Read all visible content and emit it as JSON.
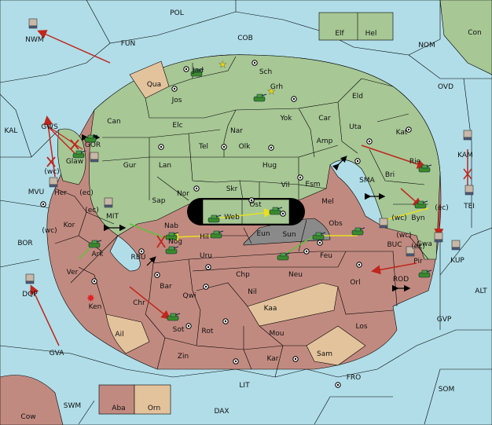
{
  "labels": [
    {
      "id": "POL",
      "text": "POL"
    },
    {
      "id": "COB",
      "text": "COB"
    },
    {
      "id": "FUN",
      "text": "FUN"
    },
    {
      "id": "NWM",
      "text": "NWM"
    },
    {
      "id": "NOM",
      "text": "NOM"
    },
    {
      "id": "Con",
      "text": "Con"
    },
    {
      "id": "Elf",
      "text": "Elf"
    },
    {
      "id": "Hel",
      "text": "Hel"
    },
    {
      "id": "OVD",
      "text": "OVD"
    },
    {
      "id": "KAL",
      "text": "KAL"
    },
    {
      "id": "MVU",
      "text": "MVU"
    },
    {
      "id": "BOR",
      "text": "BOR"
    },
    {
      "id": "GVA",
      "text": "GVA"
    },
    {
      "id": "SWM",
      "text": "SWM"
    },
    {
      "id": "LIT",
      "text": "LIT"
    },
    {
      "id": "DAX",
      "text": "DAX"
    },
    {
      "id": "FRO",
      "text": "FRO"
    },
    {
      "id": "SOM",
      "text": "SOM"
    },
    {
      "id": "GVP",
      "text": "GVP"
    },
    {
      "id": "ALT",
      "text": "ALT"
    },
    {
      "id": "KAM",
      "text": "KAM"
    },
    {
      "id": "TEI",
      "text": "TEI"
    },
    {
      "id": "KUP",
      "text": "KUP"
    },
    {
      "id": "Cow",
      "text": "Cow"
    },
    {
      "id": "Aba",
      "text": "Aba"
    },
    {
      "id": "Orn",
      "text": "Orn"
    },
    {
      "id": "DQP",
      "text": "DQP"
    },
    {
      "id": "Jad",
      "text": "Jad"
    },
    {
      "id": "Sch",
      "text": "Sch"
    },
    {
      "id": "Qua",
      "text": "Qua"
    },
    {
      "id": "Jos",
      "text": "Jos"
    },
    {
      "id": "Grh",
      "text": "Grh"
    },
    {
      "id": "Eld",
      "text": "Eld"
    },
    {
      "id": "Can",
      "text": "Can"
    },
    {
      "id": "Elc",
      "text": "Elc"
    },
    {
      "id": "Nar",
      "text": "Nar"
    },
    {
      "id": "Yok",
      "text": "Yok"
    },
    {
      "id": "Car",
      "text": "Car"
    },
    {
      "id": "Uta",
      "text": "Uta"
    },
    {
      "id": "Kat",
      "text": "Kat"
    },
    {
      "id": "Tel",
      "text": "Tel"
    },
    {
      "id": "Olk",
      "text": "Olk"
    },
    {
      "id": "Amp",
      "text": "Amp"
    },
    {
      "id": "Gur",
      "text": "Gur"
    },
    {
      "id": "Lan",
      "text": "Lan"
    },
    {
      "id": "Hug",
      "text": "Hug"
    },
    {
      "id": "Rie",
      "text": "Rie"
    },
    {
      "id": "Bri",
      "text": "Bri"
    },
    {
      "id": "Vil",
      "text": "Vil"
    },
    {
      "id": "Esm",
      "text": "Esm"
    },
    {
      "id": "SMA",
      "text": "SMA"
    },
    {
      "id": "Nor",
      "text": "Nor"
    },
    {
      "id": "Skr",
      "text": "Skr"
    },
    {
      "id": "Ost",
      "text": "Ost"
    },
    {
      "id": "Web",
      "text": "Web"
    },
    {
      "id": "Sap",
      "text": "Sap"
    },
    {
      "id": "Mel",
      "text": "Mel"
    },
    {
      "id": "Obs",
      "text": "Obs"
    },
    {
      "id": "Byn",
      "text": "Byn"
    },
    {
      "id": "Nab",
      "text": "Nab"
    },
    {
      "id": "Hil",
      "text": "Hil"
    },
    {
      "id": "Eun",
      "text": "Eun"
    },
    {
      "id": "Sun",
      "text": "Sun"
    },
    {
      "id": "Gwa",
      "text": "Gwa"
    },
    {
      "id": "BUC",
      "text": "BUC"
    },
    {
      "id": "MIT",
      "text": "MIT"
    },
    {
      "id": "RBU",
      "text": "RBU"
    },
    {
      "id": "Nog",
      "text": "Nog"
    },
    {
      "id": "Uru",
      "text": "Uru"
    },
    {
      "id": "Feu",
      "text": "Feu"
    },
    {
      "id": "Pir",
      "text": "Pir"
    },
    {
      "id": "Chp",
      "text": "Chp"
    },
    {
      "id": "Neu",
      "text": "Neu"
    },
    {
      "id": "Orl",
      "text": "Orl"
    },
    {
      "id": "ROD",
      "text": "ROD"
    },
    {
      "id": "Bar",
      "text": "Bar"
    },
    {
      "id": "Qwi",
      "text": "Qwi"
    },
    {
      "id": "Nil",
      "text": "Nil"
    },
    {
      "id": "Kaa",
      "text": "Kaa"
    },
    {
      "id": "Chr",
      "text": "Chr"
    },
    {
      "id": "Sot",
      "text": "Sot"
    },
    {
      "id": "Rot",
      "text": "Rot"
    },
    {
      "id": "Mou",
      "text": "Mou"
    },
    {
      "id": "Los",
      "text": "Los"
    },
    {
      "id": "Ail",
      "text": "Ail"
    },
    {
      "id": "Zin",
      "text": "Zin"
    },
    {
      "id": "Kar",
      "text": "Kar"
    },
    {
      "id": "Sam",
      "text": "Sam"
    },
    {
      "id": "Ken",
      "text": "Ken"
    },
    {
      "id": "Ver",
      "text": "Ver"
    },
    {
      "id": "Ark",
      "text": "Ark"
    },
    {
      "id": "Kor",
      "text": "Kor"
    },
    {
      "id": "Her",
      "text": "Her"
    },
    {
      "id": "Glaw",
      "text": "Glaw"
    },
    {
      "id": "GOR",
      "text": "GOR"
    },
    {
      "id": "GWS",
      "text": "GWS"
    },
    {
      "id": "wc1",
      "text": "(wc)"
    },
    {
      "id": "ec1",
      "text": "(ec)"
    },
    {
      "id": "ec2",
      "text": "(ec)"
    },
    {
      "id": "wc2",
      "text": "(wc)"
    },
    {
      "id": "wc3",
      "text": "(wc)"
    },
    {
      "id": "ec3",
      "text": "(ec)"
    },
    {
      "id": "wc4",
      "text": "(wc)"
    },
    {
      "id": "ec4",
      "text": "(ec)"
    }
  ],
  "colors": {
    "sea": "#b0dde8",
    "green": "#a7c795",
    "red": "#c18a80",
    "tan": "#e3c39c",
    "gray": "#8a8a8a",
    "order_red": "#c0261c",
    "order_yellow": "#e8e020",
    "order_green": "#5ec23b"
  }
}
